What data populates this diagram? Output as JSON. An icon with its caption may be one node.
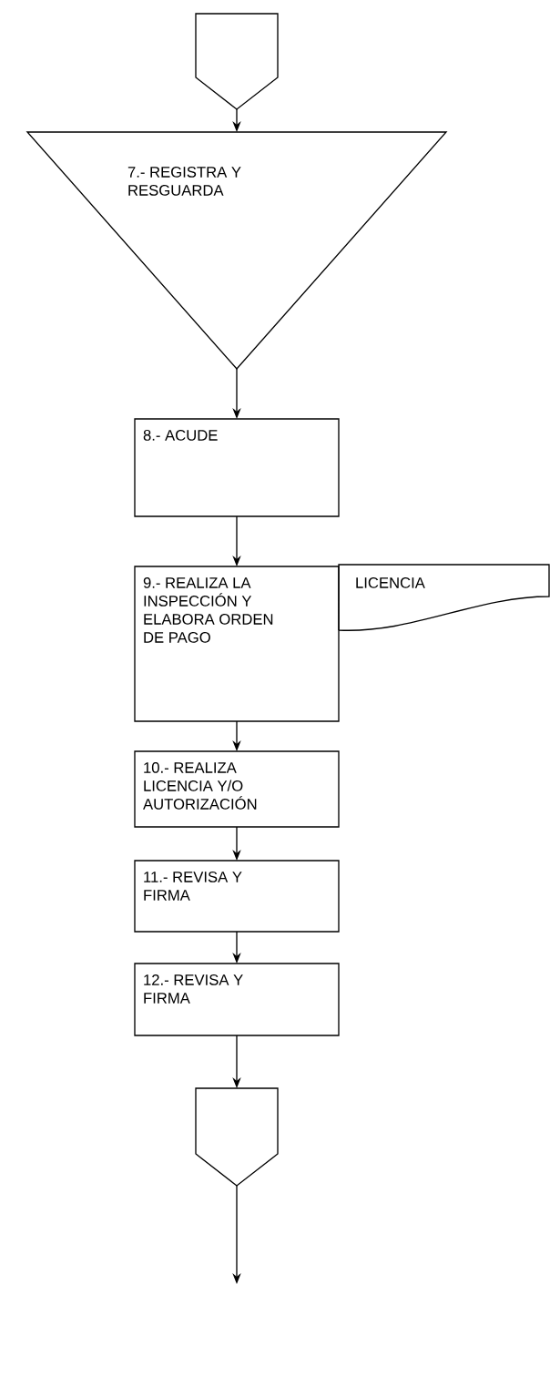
{
  "diagram": {
    "nodes": [
      {
        "text": [],
        "shape": "pentagon"
      },
      {
        "text": [
          "7.- REGISTRA Y RESGUARDA"
        ]
      },
      {
        "text": [
          "8.- ACUDE"
        ]
      },
      {
        "text": [
          "9.- REALIZA LA INSPECCIÓN Y ELABORA ORDEN DE PAGO"
        ]
      },
      {
        "text": [
          "LICENCIA"
        ]
      },
      {
        "text": [
          "10.- REALIZA LICENCIA Y/O AUTORIZACIÓN"
        ]
      },
      {
        "text": [
          "11.- REVISA Y FIRMA"
        ]
      },
      {
        "text": [
          "12.- REVISA Y FIRMA"
        ]
      },
      {
        "text": [],
        "shape": "pentagon"
      }
    ],
    "edges": [
      {
        "from": 0,
        "to": 1,
        "arrow": "to"
      },
      {
        "from": 1,
        "to": 2,
        "arrow": "to"
      },
      {
        "from": 2,
        "to": 3,
        "arrow": "to"
      },
      {
        "from": 3,
        "to": 5,
        "arrow": "to"
      },
      {
        "from": 5,
        "to": 6,
        "arrow": "to"
      },
      {
        "from": 6,
        "to": 7,
        "arrow": "to"
      },
      {
        "from": 7,
        "to": 8,
        "arrow": "to"
      },
      {
        "from": 8,
        "to": null,
        "arrow": "to"
      }
    ]
  }
}
